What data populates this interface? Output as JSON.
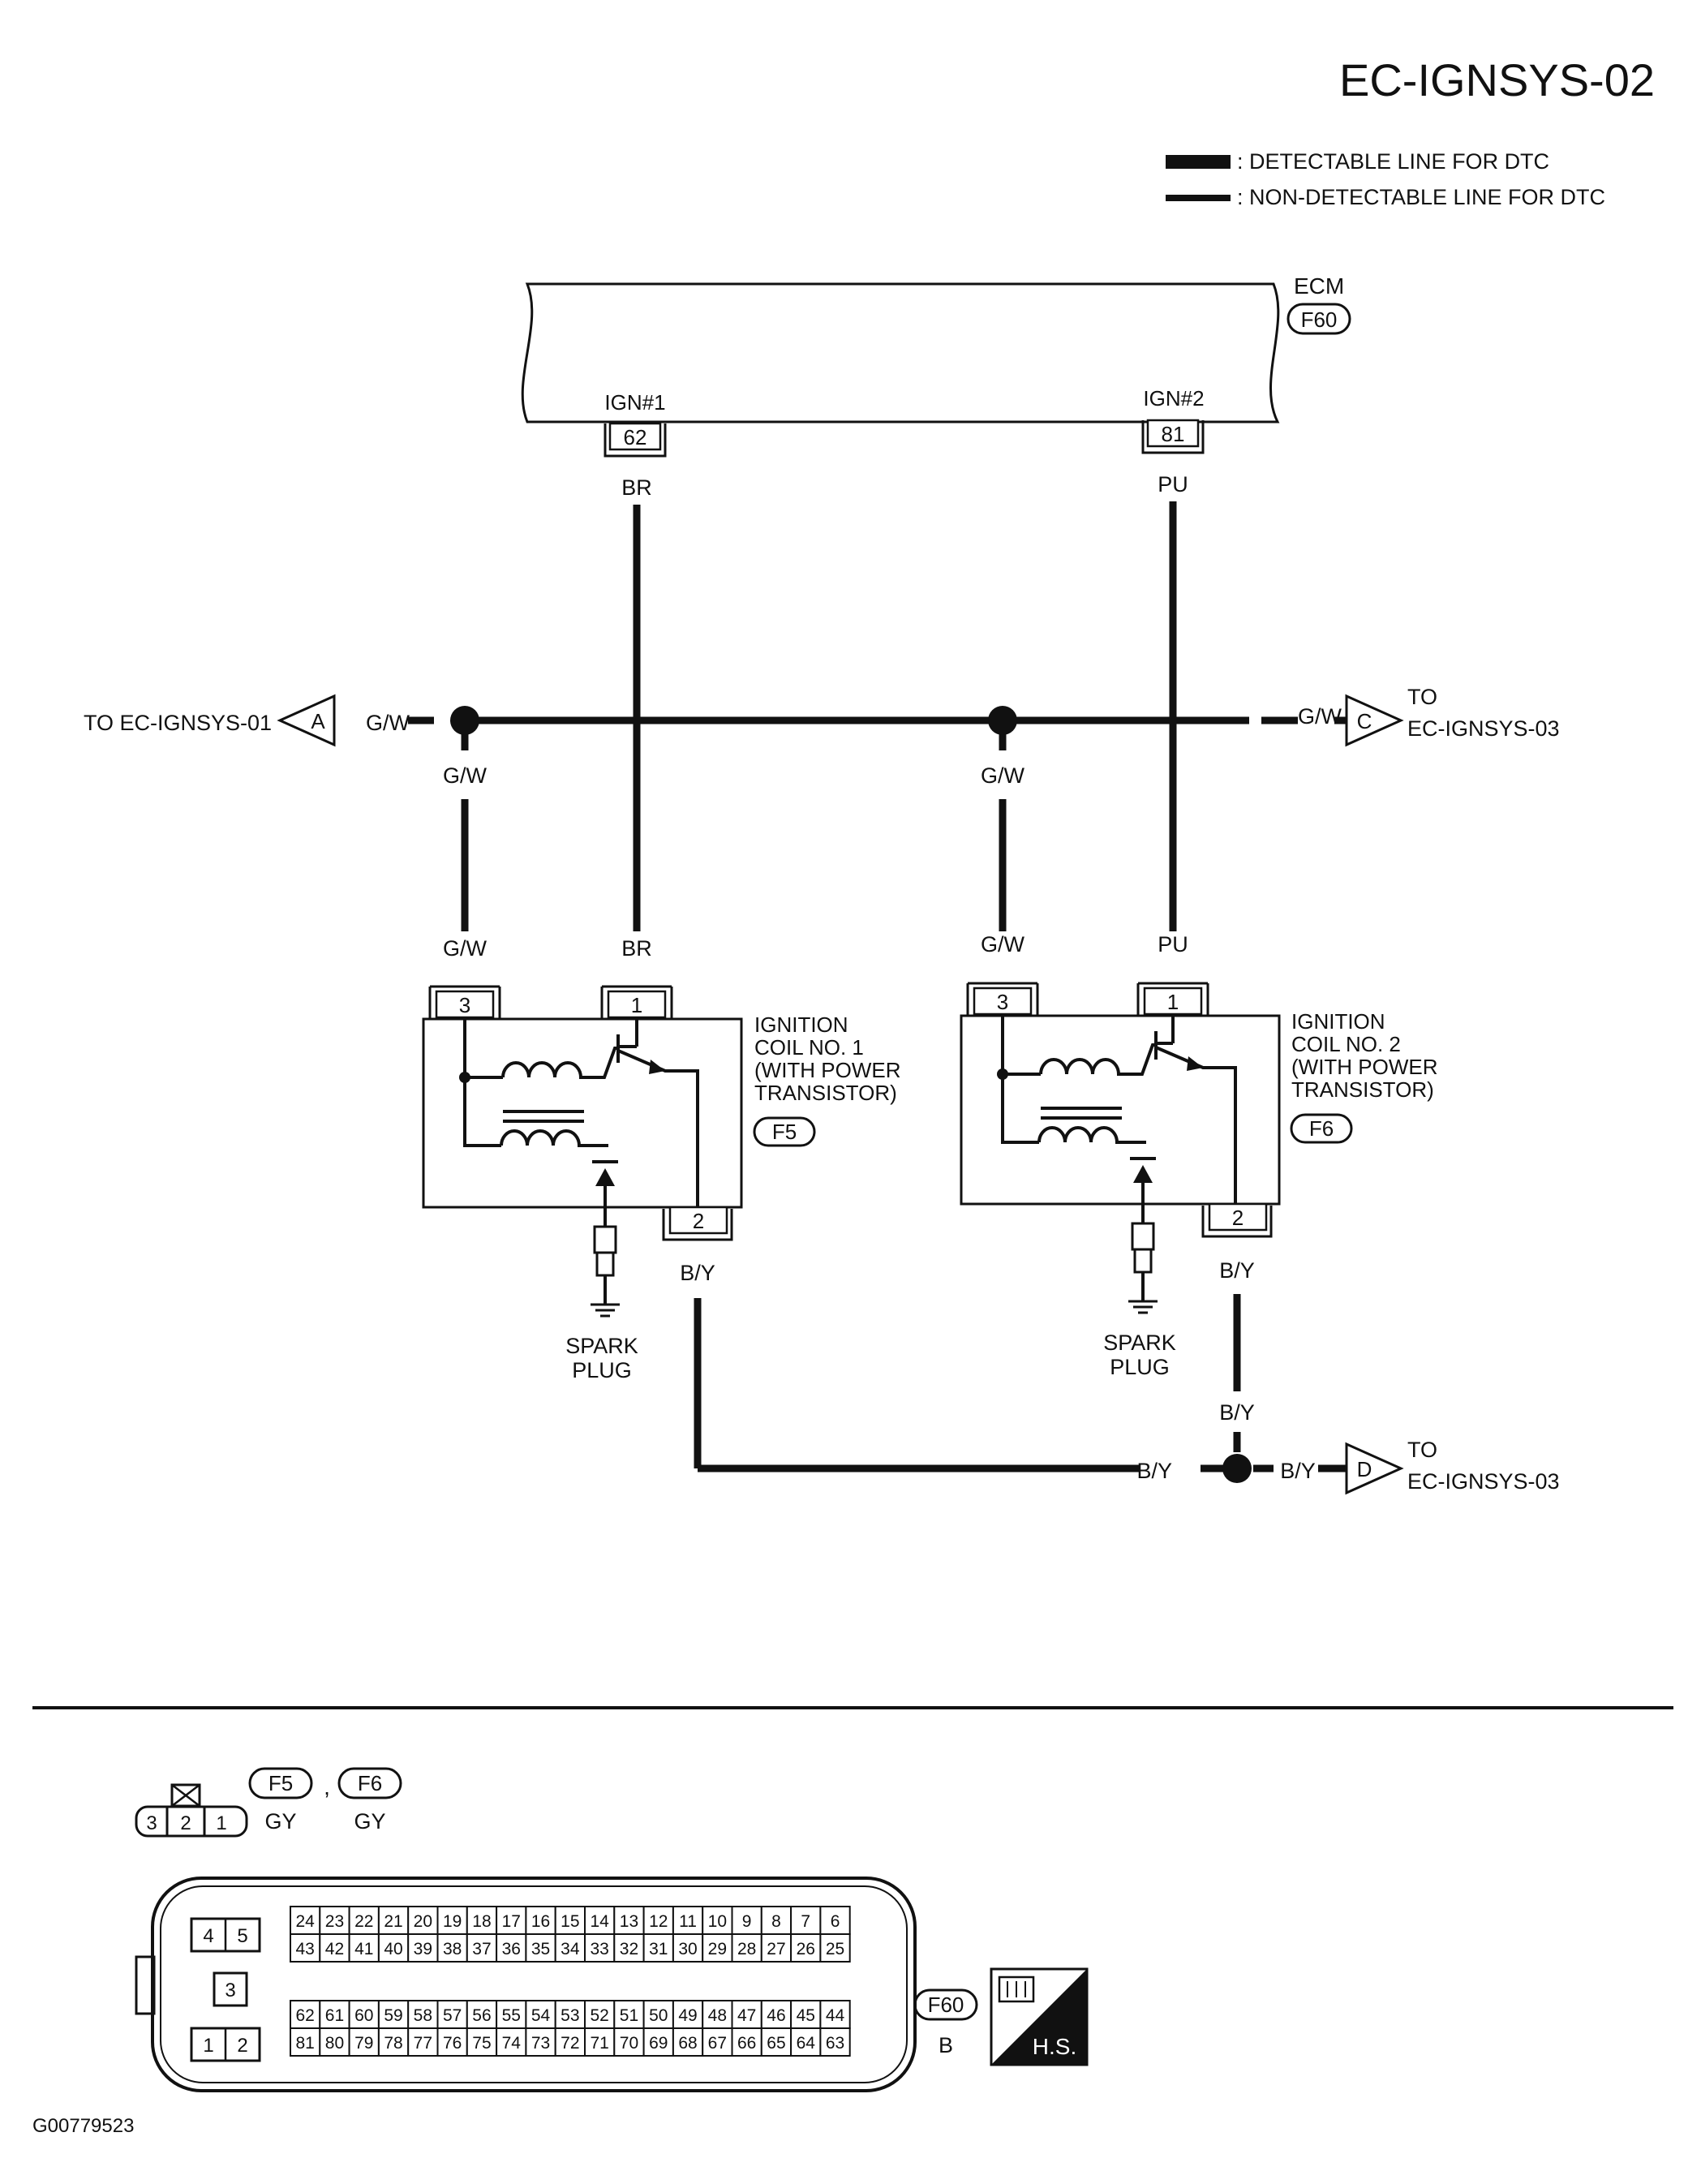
{
  "title": "EC-IGNSYS-02",
  "legend": {
    "detectable": ": DETECTABLE LINE FOR DTC",
    "non_detectable": ": NON-DETECTABLE LINE FOR DTC"
  },
  "ecm": {
    "label": "ECM",
    "connector": "F60",
    "pins": [
      {
        "name": "IGN#1",
        "number": "62",
        "wire": "BR"
      },
      {
        "name": "IGN#2",
        "number": "81",
        "wire": "PU"
      }
    ]
  },
  "offpage": {
    "a": {
      "letter": "A",
      "prefix": "TO EC-IGNSYS-01",
      "wire": "G/W"
    },
    "c": {
      "letter": "C",
      "to": "TO",
      "target": "EC-IGNSYS-03",
      "wire": "G/W"
    },
    "d": {
      "letter": "D",
      "to": "TO",
      "target": "EC-IGNSYS-03",
      "wire": "B/Y"
    }
  },
  "wire_labels": {
    "gw": "G/W",
    "br": "BR",
    "pu": "PU",
    "by": "B/Y"
  },
  "coils": [
    {
      "line1": "IGNITION",
      "line2": "COIL NO. 1",
      "line3": "(WITH POWER",
      "line4": "TRANSISTOR)",
      "connector": "F5",
      "pin_a": "3",
      "pin_b": "1",
      "pin_c": "2"
    },
    {
      "line1": "IGNITION",
      "line2": "COIL NO. 2",
      "line3": "(WITH POWER",
      "line4": "TRANSISTOR)",
      "connector": "F6",
      "pin_a": "3",
      "pin_b": "1",
      "pin_c": "2"
    }
  ],
  "spark_plug": {
    "line1": "SPARK",
    "line2": "PLUG"
  },
  "connector_views": {
    "small": {
      "pins": [
        "3",
        "2",
        "1"
      ],
      "labels": [
        "F5",
        "F6"
      ],
      "separator": ",",
      "color": "GY"
    },
    "ecm": {
      "label": "F60",
      "color": "B",
      "small_pins": [
        "4",
        "5",
        "3",
        "1",
        "2"
      ],
      "row1": [
        "24",
        "23",
        "22",
        "21",
        "20",
        "19",
        "18",
        "17",
        "16",
        "15",
        "14",
        "13",
        "12",
        "11",
        "10",
        "9",
        "8",
        "7",
        "6"
      ],
      "row2": [
        "43",
        "42",
        "41",
        "40",
        "39",
        "38",
        "37",
        "36",
        "35",
        "34",
        "33",
        "32",
        "31",
        "30",
        "29",
        "28",
        "27",
        "26",
        "25"
      ],
      "row3": [
        "62",
        "61",
        "60",
        "59",
        "58",
        "57",
        "56",
        "55",
        "54",
        "53",
        "52",
        "51",
        "50",
        "49",
        "48",
        "47",
        "46",
        "45",
        "44"
      ],
      "row4": [
        "81",
        "80",
        "79",
        "78",
        "77",
        "76",
        "75",
        "74",
        "73",
        "72",
        "71",
        "70",
        "69",
        "68",
        "67",
        "66",
        "65",
        "64",
        "63"
      ]
    },
    "hs_label": "H.S."
  },
  "figure_code": "G00779523"
}
